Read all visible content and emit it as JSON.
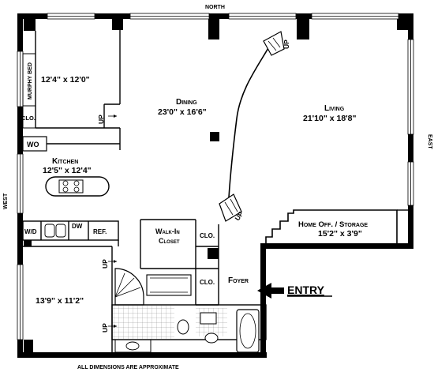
{
  "compass": {
    "north": "NORTH",
    "east": "EAST",
    "west": "WEST"
  },
  "rooms": {
    "bedroom1": {
      "dimensions": "12'4\" x 12'0\""
    },
    "murphy_bed": "MURPHY BED",
    "closet_bed1": "CLO.",
    "wo": "WO",
    "kitchen": {
      "name": "Kitchen",
      "dimensions": "12'5\" x 12'4\""
    },
    "wd": "W/D",
    "dw": "DW",
    "ref": "REF.",
    "dining": {
      "name": "Dining",
      "dimensions": "23'0\" x 16'6\""
    },
    "living": {
      "name": "Living",
      "dimensions": "21'10\" x 18'8\""
    },
    "home_office": {
      "name": "Home Off. / Storage",
      "dimensions": "15'2\" x 3'9\""
    },
    "walk_in_closet": {
      "line1": "Walk-In",
      "line2": "Closet"
    },
    "closet_a": "CLO.",
    "closet_b": "CLO.",
    "foyer": "Foyer",
    "bedroom2": {
      "dimensions": "13'9\" x 11'2\""
    }
  },
  "stairs": {
    "up_top": "UP",
    "up_bedroom1": "UP",
    "up_dining": "UP",
    "up_bedroom2_a": "UP",
    "up_bedroom2_b": "UP"
  },
  "entry": "ENTRY",
  "footer_note": "ALL DIMENSIONS ARE APPROXIMATE"
}
